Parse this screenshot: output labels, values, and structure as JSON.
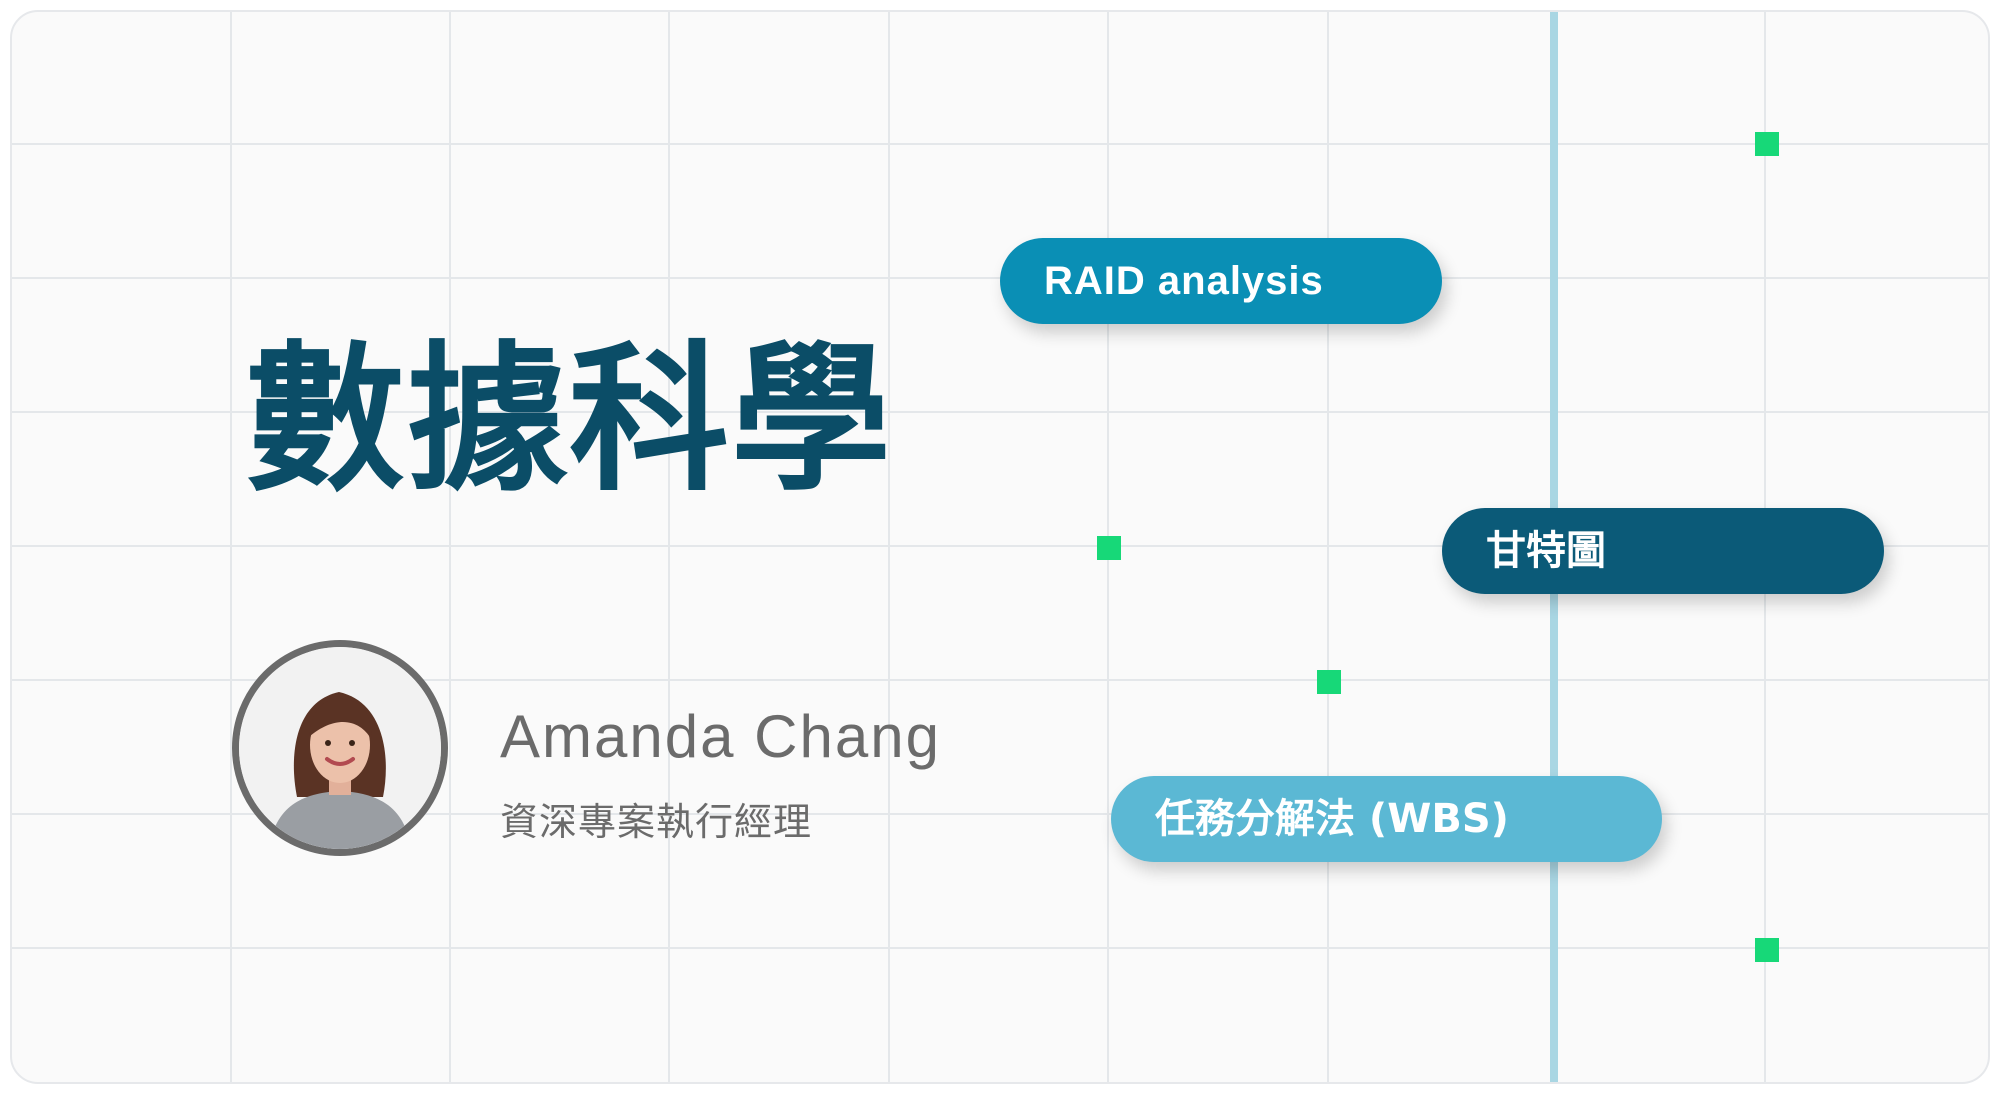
{
  "slide": {
    "title": "數據科學",
    "presenter": {
      "name": "Amanda Chang",
      "role": "資深專案執行經理"
    },
    "timeline_bars": [
      {
        "label": "RAID analysis",
        "color": "#0a8fb5"
      },
      {
        "label": "甘特圖",
        "color": "#0b5a78"
      },
      {
        "label": "任務分解法 (WBS)",
        "color": "#5bb8d4"
      }
    ],
    "colors": {
      "title": "#0b4d67",
      "grid": "#e4e7ea",
      "today_line": "#a9d6e3",
      "milestone": "#17d878",
      "text_gray": "#6b6b6b"
    }
  }
}
